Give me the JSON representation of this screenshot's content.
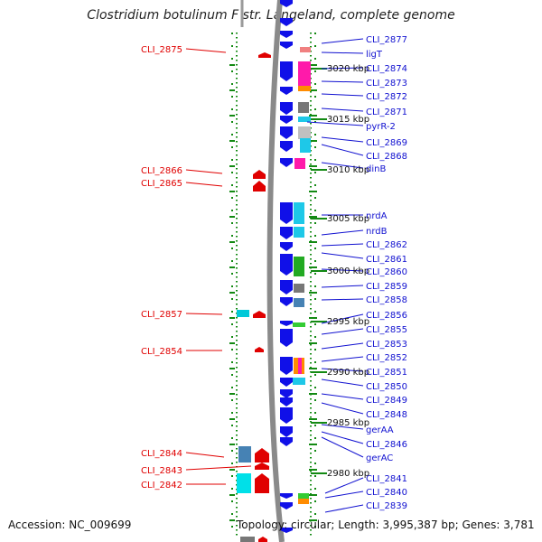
{
  "title": "Clostridium botulinum F str. Langeland, complete genome",
  "accession": "Accession: NC_009699",
  "topology": "Topology: circular; Length: 3,995,387 bp; Genes: 3,781",
  "colors": {
    "left_label": "#e00000",
    "right_label": "#1010d0",
    "forward_gene": "#e00000",
    "reverse_gene": "#1010e8",
    "backbone": "#8a8a8a",
    "tick": "#138a13"
  },
  "kbp_markers": [
    "3020 kbp",
    "3015 kbp",
    "3010 kbp",
    "3005 kbp",
    "3000 kbp",
    "2995 kbp",
    "2990 kbp",
    "2985 kbp",
    "2980 kbp"
  ],
  "left_labels": [
    "CLI_2875",
    "CLI_2866",
    "CLI_2865",
    "CLI_2857",
    "CLI_2854",
    "CLI_2844",
    "CLI_2843",
    "CLI_2842"
  ],
  "right_labels": [
    "CLI_2877",
    "ligT",
    "CLI_2874",
    "CLI_2873",
    "CLI_2872",
    "CLI_2871",
    "pyrR-2",
    "CLI_2869",
    "CLI_2868",
    "dinB",
    "nrdA",
    "nrdB",
    "CLI_2862",
    "CLI_2861",
    "CLI_2860",
    "CLI_2859",
    "CLI_2858",
    "CLI_2856",
    "CLI_2855",
    "CLI_2853",
    "CLI_2852",
    "CLI_2851",
    "CLI_2850",
    "CLI_2849",
    "CLI_2848",
    "gerAA",
    "CLI_2846",
    "gerAC",
    "CLI_2841",
    "CLI_2840",
    "CLI_2839"
  ]
}
